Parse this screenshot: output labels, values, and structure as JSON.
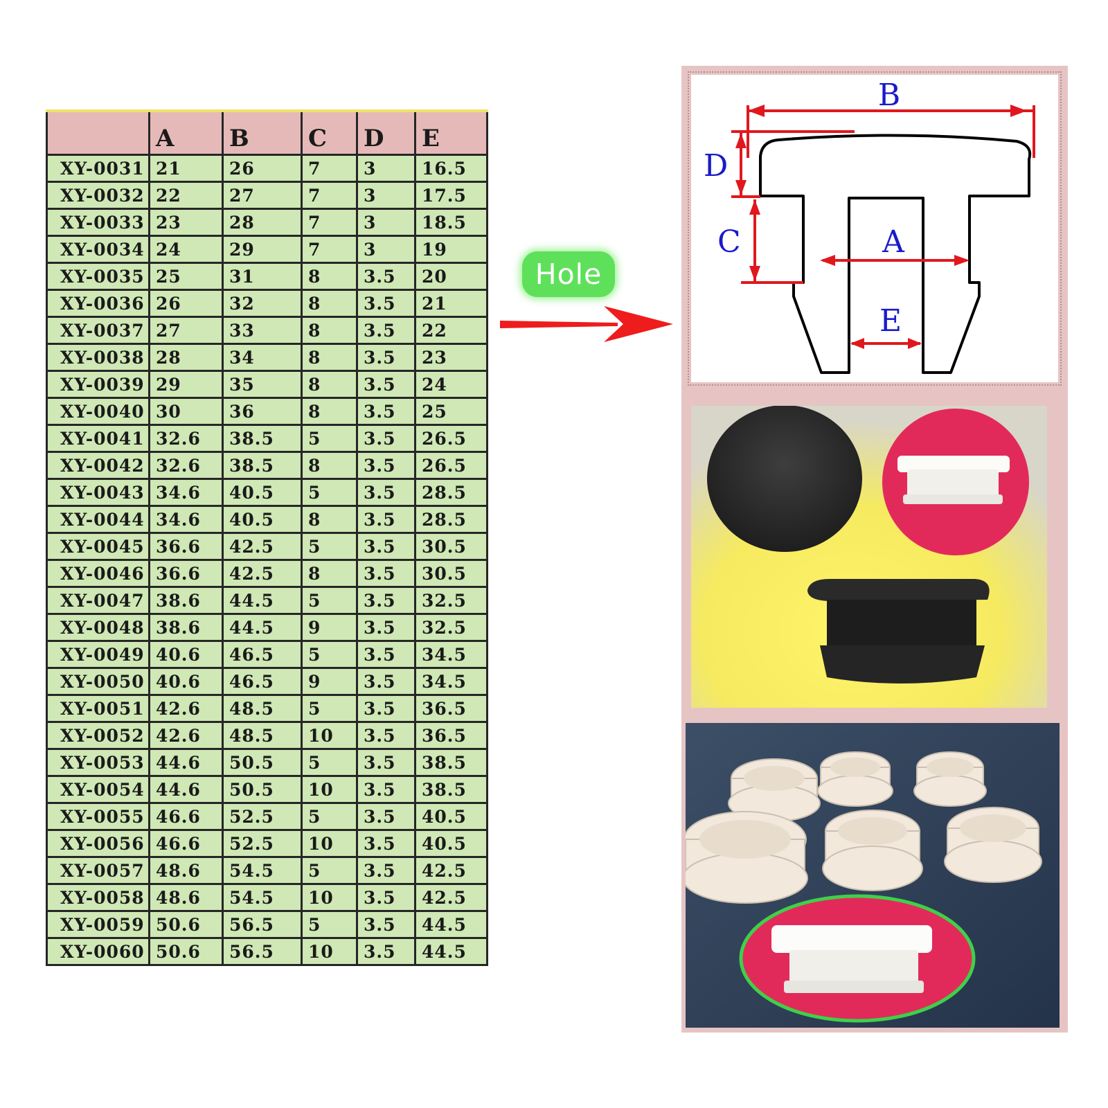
{
  "table": {
    "headers": [
      "",
      "A",
      "B",
      "C",
      "D",
      "E"
    ],
    "rows": [
      [
        "XY-0031",
        "21",
        "26",
        "7",
        "3",
        "16.5"
      ],
      [
        "XY-0032",
        "22",
        "27",
        "7",
        "3",
        "17.5"
      ],
      [
        "XY-0033",
        "23",
        "28",
        "7",
        "3",
        "18.5"
      ],
      [
        "XY-0034",
        "24",
        "29",
        "7",
        "3",
        "19"
      ],
      [
        "XY-0035",
        "25",
        "31",
        "8",
        "3.5",
        "20"
      ],
      [
        "XY-0036",
        "26",
        "32",
        "8",
        "3.5",
        "21"
      ],
      [
        "XY-0037",
        "27",
        "33",
        "8",
        "3.5",
        "22"
      ],
      [
        "XY-0038",
        "28",
        "34",
        "8",
        "3.5",
        "23"
      ],
      [
        "XY-0039",
        "29",
        "35",
        "8",
        "3.5",
        "24"
      ],
      [
        "XY-0040",
        "30",
        "36",
        "8",
        "3.5",
        "25"
      ],
      [
        "XY-0041",
        "32.6",
        "38.5",
        "5",
        "3.5",
        "26.5"
      ],
      [
        "XY-0042",
        "32.6",
        "38.5",
        "8",
        "3.5",
        "26.5"
      ],
      [
        "XY-0043",
        "34.6",
        "40.5",
        "5",
        "3.5",
        "28.5"
      ],
      [
        "XY-0044",
        "34.6",
        "40.5",
        "8",
        "3.5",
        "28.5"
      ],
      [
        "XY-0045",
        "36.6",
        "42.5",
        "5",
        "3.5",
        "30.5"
      ],
      [
        "XY-0046",
        "36.6",
        "42.5",
        "8",
        "3.5",
        "30.5"
      ],
      [
        "XY-0047",
        "38.6",
        "44.5",
        "5",
        "3.5",
        "32.5"
      ],
      [
        "XY-0048",
        "38.6",
        "44.5",
        "9",
        "3.5",
        "32.5"
      ],
      [
        "XY-0049",
        "40.6",
        "46.5",
        "5",
        "3.5",
        "34.5"
      ],
      [
        "XY-0050",
        "40.6",
        "46.5",
        "9",
        "3.5",
        "34.5"
      ],
      [
        "XY-0051",
        "42.6",
        "48.5",
        "5",
        "3.5",
        "36.5"
      ],
      [
        "XY-0052",
        "42.6",
        "48.5",
        "10",
        "3.5",
        "36.5"
      ],
      [
        "XY-0053",
        "44.6",
        "50.5",
        "5",
        "3.5",
        "38.5"
      ],
      [
        "XY-0054",
        "44.6",
        "50.5",
        "10",
        "3.5",
        "38.5"
      ],
      [
        "XY-0055",
        "46.6",
        "52.5",
        "5",
        "3.5",
        "40.5"
      ],
      [
        "XY-0056",
        "46.6",
        "52.5",
        "10",
        "3.5",
        "40.5"
      ],
      [
        "XY-0057",
        "48.6",
        "54.5",
        "5",
        "3.5",
        "42.5"
      ],
      [
        "XY-0058",
        "48.6",
        "54.5",
        "10",
        "3.5",
        "42.5"
      ],
      [
        "XY-0059",
        "50.6",
        "56.5",
        "5",
        "3.5",
        "44.5"
      ],
      [
        "XY-0060",
        "50.6",
        "56.5",
        "10",
        "3.5",
        "44.5"
      ]
    ]
  },
  "hole_label": "Hole",
  "diagram": {
    "label_a": "A",
    "label_b": "B",
    "label_c": "C",
    "label_d": "D",
    "label_e": "E"
  },
  "colors": {
    "header_bg": "#e6b9b9",
    "row_bg": "#cfe8b5",
    "badge_green": "#5fe05a",
    "arrow_red": "#ee1c1c",
    "dimension_red": "#e0181e",
    "dimension_letter_blue": "#1a1acc",
    "frame_pink": "#e6c4c4"
  }
}
